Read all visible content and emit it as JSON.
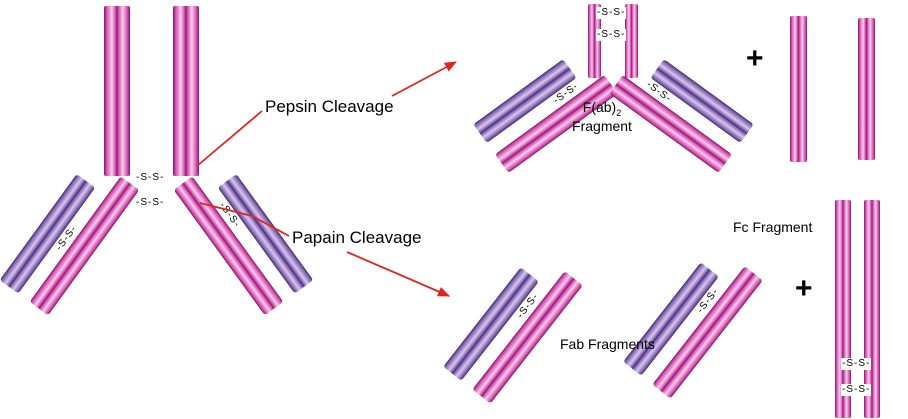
{
  "diagram": {
    "pepsin_label": "Pepsin Cleavage",
    "papain_label": "Papain Cleavage",
    "fab2_prefix": "F(ab)",
    "fab2_subscript": "2",
    "fab2_suffix": "Fragment",
    "fab_label": "Fab Fragments",
    "fc_label": "Fc Fragment",
    "plus": "+",
    "disulfide": "-S-S-",
    "colors": {
      "heavy_chain": "#c0308f",
      "light_chain": "#6a4aa0",
      "arrow": "#e02520",
      "text": "#000000",
      "background": "#ffffff"
    }
  }
}
